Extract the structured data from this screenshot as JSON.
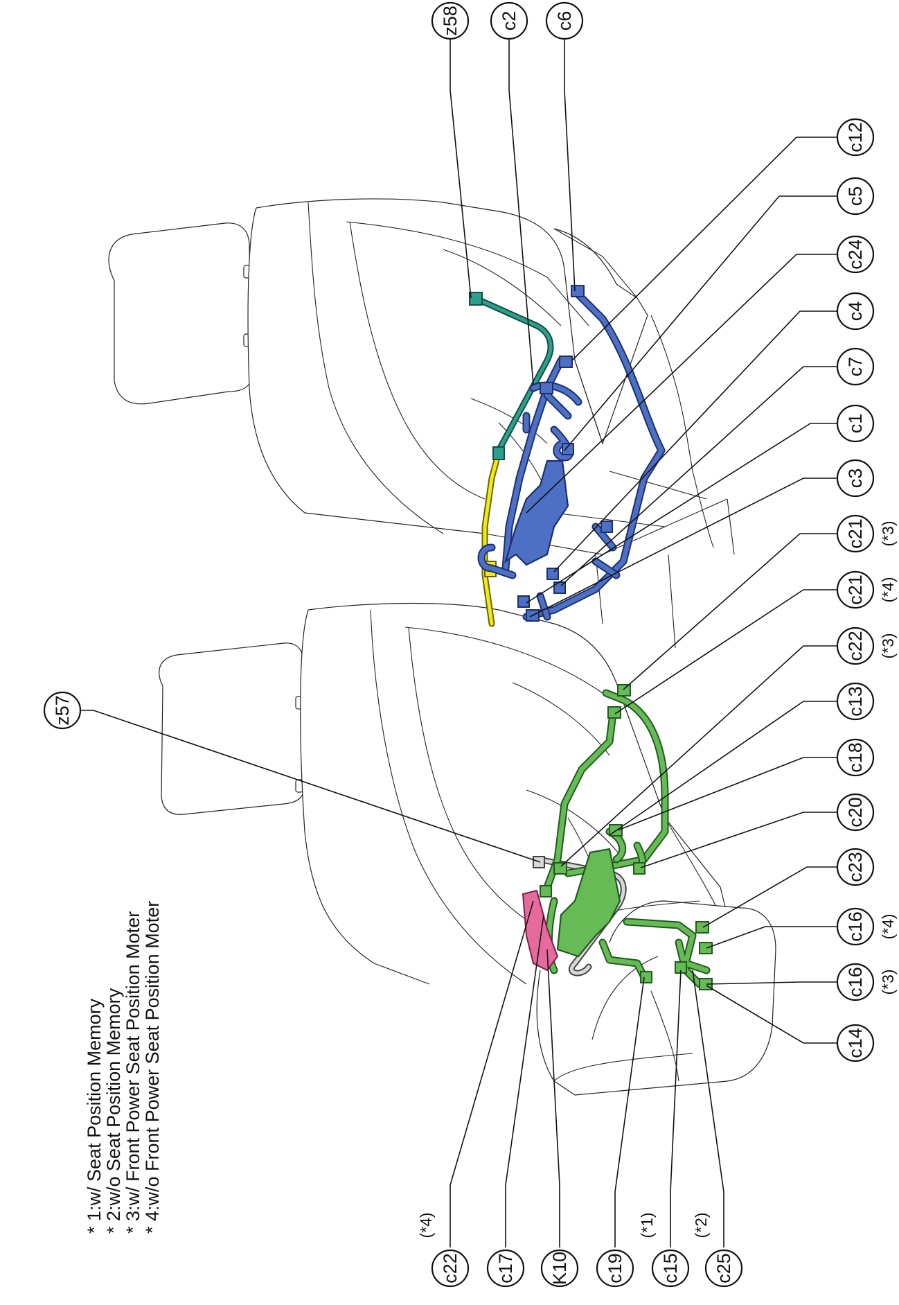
{
  "legend": [
    "* 1:w/  Seat Position Memory",
    "* 2:w/o Seat Position Memory",
    "* 3:w/  Front Power Seat Position Moter",
    "* 4:w/o Front Power Seat Position Moter"
  ],
  "callouts": {
    "z58": "z58",
    "c2": "c2",
    "c6": "c6",
    "c12": "c12",
    "c5": "c5",
    "c24": "c24",
    "c4": "c4",
    "c7": "c7",
    "c1": "c1",
    "c3": "c3",
    "c21a": "c21",
    "c21b": "c21",
    "c22a": "c22",
    "c13": "c13",
    "c18": "c18",
    "c20": "c20",
    "c23": "c23",
    "c16a": "c16",
    "c16b": "c16",
    "c14": "c14",
    "z57": "z57",
    "c22b": "c22",
    "c17": "c17",
    "k10": "K10",
    "c19": "c19",
    "c15": "c15",
    "c25": "c25"
  },
  "notes": {
    "c21a": "(*3)",
    "c21b": "(*4)",
    "c22a": "(*3)",
    "c16a": "(*4)",
    "c16b": "(*3)",
    "c22b": "(*4)",
    "c15": "(*1)",
    "c25": "(*2)"
  },
  "colors": {
    "blue_harness": "#4d6fc4",
    "green_harness": "#66bb55",
    "teal_harness": "#2f9e8b",
    "yellow_harness": "#f1ea1a",
    "pink_part": "#e56a9e",
    "gray_harness": "#d8d8d8"
  }
}
